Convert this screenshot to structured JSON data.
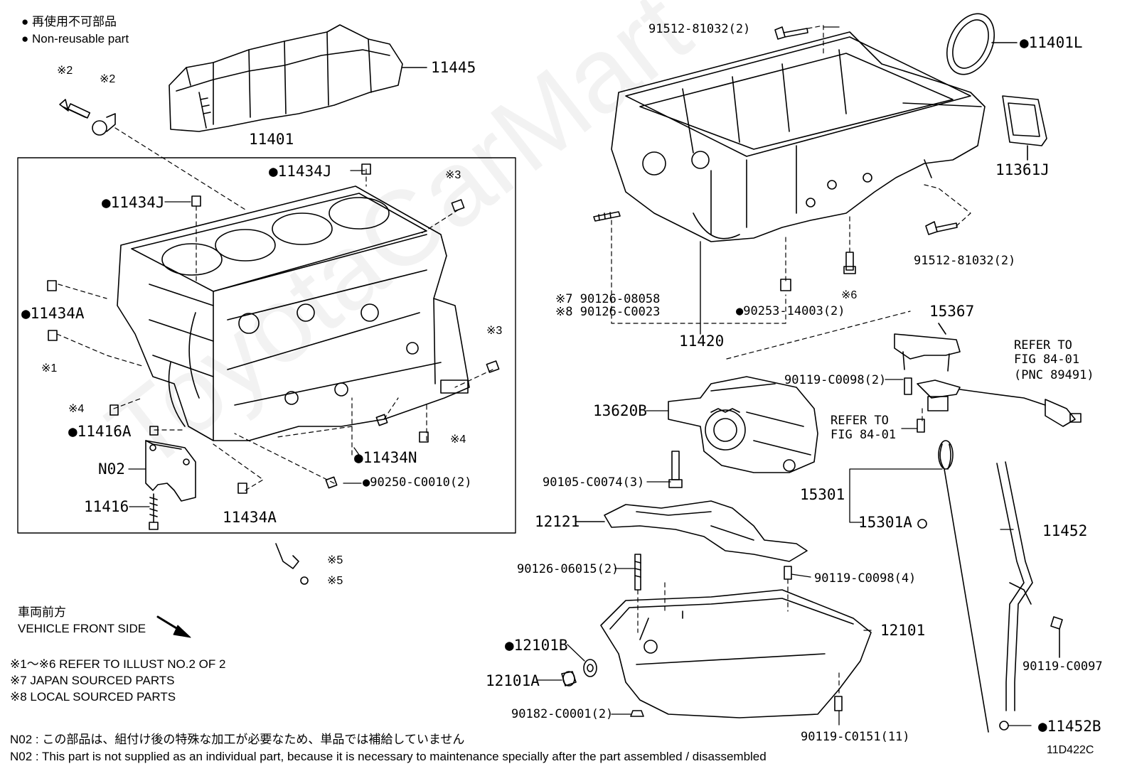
{
  "legend": {
    "line1": "● 再使用不可部品",
    "line2": "● Non-reusable part"
  },
  "watermark": "ToyotaCarMart",
  "figure_id": "11D422C",
  "labels": {
    "p11445": "11445",
    "p11401": "11401",
    "p11434J_a": "●11434J",
    "p11434J_b": "●11434J",
    "mark2a": "※2",
    "mark2b": "※2",
    "mark3a": "※3",
    "mark3b": "※3",
    "p11434A_a": "●11434A",
    "mark1": "※1",
    "mark4a": "※4",
    "mark4b": "※4",
    "p11416A": "●11416A",
    "pN02": "N02",
    "p11416": "11416",
    "p11434A_b": "11434A",
    "p11434N": "●11434N",
    "p90250": "●90250-C0010(2)",
    "mark5a": "※5",
    "mark5b": "※5",
    "p91512_top": "91512-81032(2)",
    "p11401L": "●11401L",
    "p11361J": "11361J",
    "p91512_right": "91512-81032(2)",
    "mark6": "※6",
    "p90126_08058": "※7 90126-08058",
    "p90126_C0023": "※8 90126-C0023",
    "p90253": "●90253-14003(2)",
    "p11420": "11420",
    "p15367": "15367",
    "refer1_l1": "REFER TO",
    "refer1_l2": "FIG 84-01",
    "refer1_l3": "(PNC 89491)",
    "p90119_C0098_2": "90119-C0098(2)",
    "p13620B": "13620B",
    "refer2_l1": "REFER TO",
    "refer2_l2": "FIG 84-01",
    "p90105": "90105-C0074(3)",
    "p15301": "15301",
    "p15301A": "15301A",
    "p12121": "12121",
    "p11452": "11452",
    "p90126_06015": "90126-06015(2)",
    "p90119_C0098_4": "90119-C0098(4)",
    "p12101": "12101",
    "p12101B": "●12101B",
    "p12101A": "12101A",
    "p90119_C0097": "90119-C0097",
    "p90182": "90182-C0001(2)",
    "p90119_C0151": "90119-C0151(11)",
    "p11452B": "●11452B"
  },
  "front": {
    "jp": "車両前方",
    "en": "VEHICLE FRONT SIDE"
  },
  "notes": {
    "n1": "※1～※6  REFER TO ILLUST NO.2 OF 2",
    "n7": "※7 JAPAN SOURCED PARTS",
    "n8": "※8 LOCAL SOURCED PARTS",
    "n02_jp": "N02 : この部品は、組付け後の特殊な加工が必要なため、単品では補給していません",
    "n02_en": "N02 : This part is not supplied as an individual part, because it is necessary to maintenance specially after the part assembled / disassembled"
  }
}
